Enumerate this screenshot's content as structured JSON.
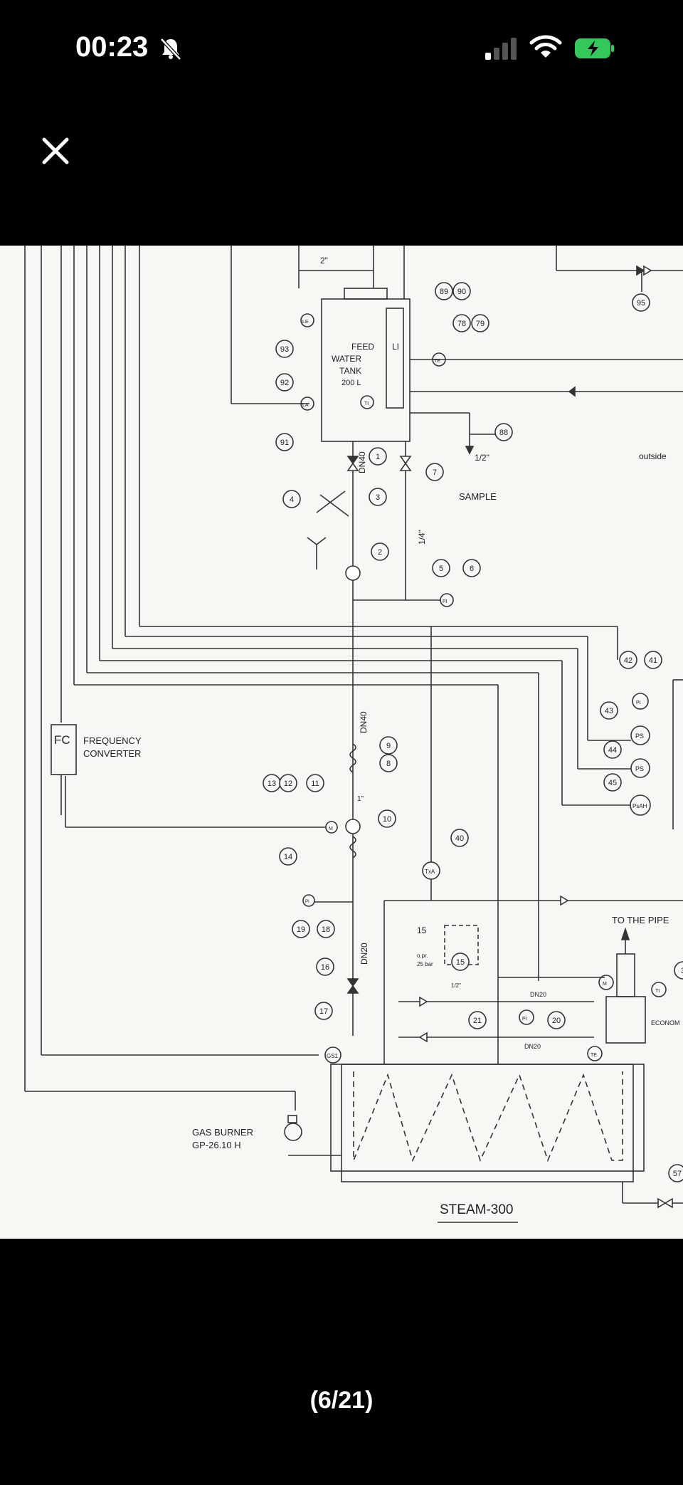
{
  "status_bar": {
    "time": "00:23"
  },
  "viewer": {
    "pager": "(6/21)",
    "diagram": {
      "tank_label_1": "FEED",
      "tank_label_2": "WATER",
      "tank_label_3": "TANK",
      "tank_label_4": "200 L",
      "li": "LI",
      "dn40_top": "DN40",
      "dn40_mid": "DN40",
      "dn20": "DN20",
      "dn20_a": "DN20",
      "dn20_b": "DN20",
      "two_inch": "2\"",
      "half_inch": "1/2\"",
      "half_inch_2": "1/2\"",
      "quarter_inch": "1/4\"",
      "one_inch": "1\"",
      "sample": "SAMPLE",
      "outside": "outside",
      "fc": "FC",
      "freq1": "FREQUENCY",
      "freq2": "CONVERTER",
      "to_pipe": "TO THE PIPE",
      "econom": "ECONOM",
      "gas1": "GAS BURNER",
      "gas2": "GP-26.10 H",
      "steam": "STEAM-300",
      "fifteen": "15",
      "opr1": "o.pr.",
      "opr2": "25 bar",
      "tags": {
        "le": "LE",
        "la": "LA",
        "ti": "TI",
        "te": "TE",
        "te2": "TE",
        "pi": "PI",
        "pi2": "PI",
        "ps1": "PS",
        "ps2": "PS",
        "psah": "PsAH",
        "txa": "TxA",
        "gs1": "GS1",
        "m": "M",
        "ti2": "TI",
        "m2": "M",
        "pi3": "PI",
        "pi4": "PI"
      },
      "numbers": [
        "89",
        "90",
        "78",
        "79",
        "93",
        "92",
        "91",
        "88",
        "1",
        "7",
        "3",
        "4",
        "2",
        "5",
        "6",
        "42",
        "41",
        "43",
        "44",
        "45",
        "9",
        "8",
        "13",
        "12",
        "11",
        "10",
        "14",
        "40",
        "19",
        "18",
        "16",
        "15",
        "17",
        "21",
        "20",
        "95",
        "57",
        "3"
      ]
    }
  }
}
